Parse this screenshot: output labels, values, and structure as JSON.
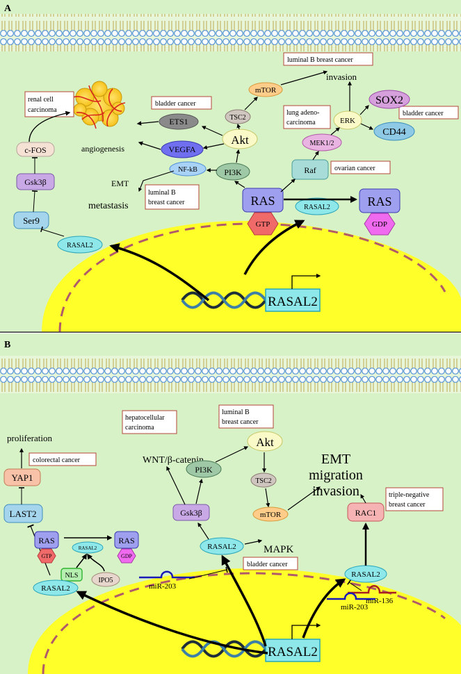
{
  "panel_a": {
    "label": "A",
    "gene": "RASAL2",
    "diseases": {
      "renal": [
        "renal cell",
        "carcinoma"
      ],
      "bladder_top": "bladder cancer",
      "luminal_top": "luminal B breast cancer",
      "lung": [
        "lung adeno-",
        "carcinoma"
      ],
      "bladder_right": "bladder cancer",
      "ovarian": "ovarian cancer",
      "luminal_mid": [
        "luminal B",
        "breast cancer"
      ]
    },
    "nodes": {
      "cfos": "c-FOS",
      "gsk": "Gsk3β",
      "ser9": "Ser9",
      "rasal2_left": "RASAL2",
      "ets1": "ETS1",
      "vegfa": "VEGFA",
      "nfkb": "NF-kB",
      "akt": "Akt",
      "tsc2": "TSC2",
      "mtor": "mTOR",
      "pi3k": "PI3K",
      "erk": "ERK",
      "mek": "MEK1/2",
      "raf": "Raf",
      "sox2": "SOX2",
      "cd44": "CD44",
      "ras_gtp": "RAS",
      "gtp": "GTP",
      "rasal2_mid": "RASAL2",
      "ras_gdp": "RAS",
      "gdp": "GDP"
    },
    "outcomes": {
      "angiogenesis": "angiogenesis",
      "invasion": "invasion",
      "emt": "EMT",
      "metastasis": "metastasis"
    }
  },
  "panel_b": {
    "label": "B",
    "gene": "RASAL2",
    "diseases": {
      "colorectal": "colorectal cancer",
      "hcc": [
        "hepatocellular",
        "carcinoma"
      ],
      "luminal": [
        "luminal B",
        "breast cancer"
      ],
      "bladder": "bladder cancer",
      "tnbc": [
        "triple-negative",
        "breast cancer"
      ]
    },
    "nodes": {
      "yap1": "YAP1",
      "last2": "LAST2",
      "ras_gtp": "RAS",
      "gtp": "GTP",
      "rasal2_small": "RASAL2",
      "ras_gdp": "RAS",
      "gdp": "GDP",
      "nls": "NLS",
      "ipo5": "IPO5",
      "rasal2_left": "RASAL2",
      "gsk": "Gsk3β",
      "pi3k": "PI3K",
      "akt": "Akt",
      "tsc2": "TSC2",
      "mtor": "mTOR",
      "rasal2_mid": "RASAL2",
      "rac1": "RAC1",
      "rasal2_right": "RASAL2"
    },
    "mirnas": {
      "mir203_left": "miR-203",
      "mir203_right": "miR-203",
      "mir136": "miR-136"
    },
    "outcomes": {
      "proliferation": "proliferation",
      "wnt": "WNT/β-catenin",
      "mapk": "MAPK",
      "emt": "EMT",
      "migration": "migration",
      "invasion": "invasion"
    }
  }
}
